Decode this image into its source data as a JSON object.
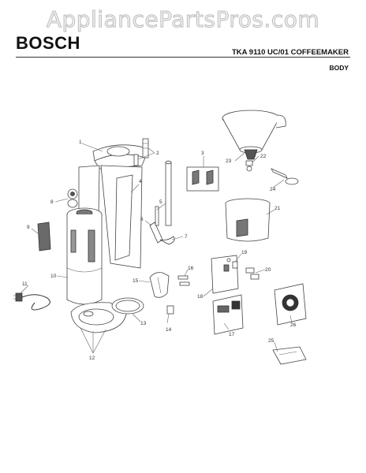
{
  "header": {
    "watermark": "AppliancePartsPros.com",
    "brand": "BOSCH",
    "model": "TKA 9110 UC/01 COFFEEMAKER",
    "section": "BODY"
  },
  "callouts": [
    "1",
    "2",
    "3",
    "4",
    "5",
    "6",
    "7",
    "8",
    "9",
    "10",
    "11",
    "12",
    "13",
    "14",
    "15",
    "16",
    "17",
    "18",
    "19",
    "20",
    "21",
    "22",
    "23",
    "24",
    "25",
    "26"
  ]
}
